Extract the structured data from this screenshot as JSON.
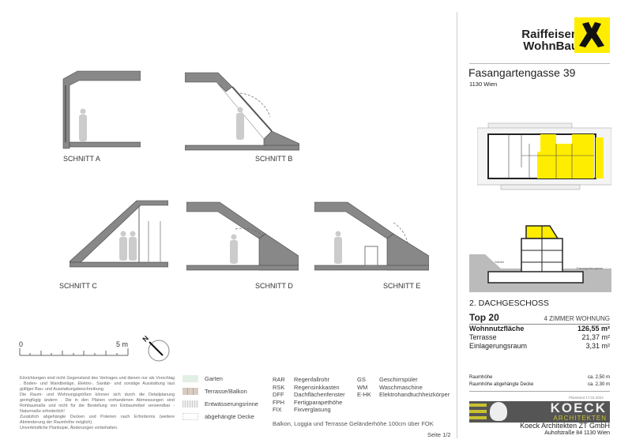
{
  "sections": [
    {
      "label": "SCHNITT A"
    },
    {
      "label": "SCHNITT B"
    },
    {
      "label": "SCHNITT C"
    },
    {
      "label": "SCHNITT D"
    },
    {
      "label": "SCHNITT E"
    }
  ],
  "scale_bar": {
    "start": "0",
    "end": "5 m"
  },
  "north_label": "N",
  "disclaimer": [
    "Einrichtungen sind nicht Gegenstand des Vertrages und dienen nur als Vorschlag . Boden- und Wandbeläge, Elektro-, Sanitär- und sonstige Ausstattung laut gültiger Bau- und Ausstattungsbeschreibung.",
    "Die Raum- und Wohnungsgrößen können sich durch die Detailplanung geringfügig ändern . Die in den Plänen vorhandenen Abmessungen sind Rohbaumaße und nicht für die Bestellung von Einbaumöbel verwendbar - Naturmaße erforderlich!",
    "Zusätzlich abgehängte Decken und Poterien nach Erfordernis (weitere Abminderung der Raumhöhe möglich).",
    "Unverbindliche Plankopie, Änderungen vorbehalten."
  ],
  "legend": [
    {
      "label": "Garten",
      "color": "#e3efe3"
    },
    {
      "label": "Terrasse/Balkon",
      "color": "#d8cbc0"
    },
    {
      "label": "Entwässerungsrinne",
      "color": "#cfcfcf"
    },
    {
      "label": "abgehängte Decke",
      "color": "#ffffff"
    }
  ],
  "abbreviations": [
    {
      "code": "RAR",
      "text": "Regenfallrohr"
    },
    {
      "code": "RSK",
      "text": "Regensinkkasten"
    },
    {
      "code": "DFF",
      "text": "Dachflächenfenster"
    },
    {
      "code": "FPH",
      "text": "Fertigparapethöhe"
    },
    {
      "code": "FIX",
      "text": "Fixverglasung"
    },
    {
      "code": "GS",
      "text": "Geschirrspüler"
    },
    {
      "code": "WM",
      "text": "Waschmaschine"
    },
    {
      "code": "E-HK",
      "text": "Elektrohandtuchheizkörper"
    }
  ],
  "railing_note": "Balkon, Loggia und Terrasse Geländerhöhe 100cm über FOK",
  "page_number": "Seite 1/2",
  "brand": {
    "line1": "Raiffeisen",
    "line2": "WohnBau",
    "accent": "#ffed00"
  },
  "address": {
    "street": "Fasangartengasse 39",
    "city": "1130 Wien"
  },
  "section_overview": {
    "left_label": "Garten",
    "right_label": "Fasangartengasse"
  },
  "floor": "2. DACHGESCHOSS",
  "unit": {
    "top": "Top 20",
    "type": "4 ZIMMER WOHNUNG"
  },
  "areas": [
    {
      "label": "Wohnnutzfläche",
      "value": "126,55 m²"
    },
    {
      "label": "Terrasse",
      "value": "21,37 m²"
    },
    {
      "label": "Einlagerungsraum",
      "value": "3,31 m²"
    }
  ],
  "heights": [
    {
      "label": "Raumhöhe",
      "value": "ca. 2,50 m"
    },
    {
      "label": "Raumhöhe abgehängte Decke",
      "value": "ca. 2,30 m"
    }
  ],
  "plan_date": "Planstand 17.04.2024",
  "architect": {
    "logo_text": "KOECK",
    "logo_sub": "ARCHITEKTEN",
    "name": "Koeck Architekten ZT GmbH",
    "address": "Auhofstraße 84 1130 Wien",
    "accent": "#c9c22e"
  }
}
